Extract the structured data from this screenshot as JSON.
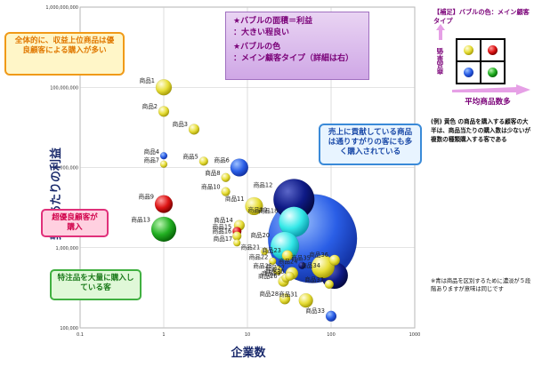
{
  "chart_data": {
    "type": "scatter",
    "title": "",
    "xlabel": "企業数",
    "ylabel": "契約あたりの利益",
    "xscale": "log",
    "yscale": "log",
    "xlim": [
      0.1,
      1000
    ],
    "ylim": [
      100000,
      1000000000
    ],
    "x_ticks": [
      "0.1",
      "1",
      "10",
      "100",
      "1000"
    ],
    "y_ticks": [
      "1,000,000,000",
      "100,000,000",
      "10,000,000",
      "1,000,000",
      "100,000"
    ],
    "grid": true,
    "bubble_size_meaning": "利益",
    "points": [
      {
        "label": "商品1",
        "x": 1,
        "y": 100000000,
        "r": 9,
        "color": "yellow"
      },
      {
        "label": "商品2",
        "x": 1,
        "y": 50000000,
        "r": 6,
        "color": "yellow"
      },
      {
        "label": "商品3",
        "x": 2.3,
        "y": 30000000,
        "r": 6,
        "color": "yellow"
      },
      {
        "label": "商品4",
        "x": 1,
        "y": 14000000,
        "r": 4,
        "color": "blue"
      },
      {
        "label": "商品5",
        "x": 3,
        "y": 12000000,
        "r": 5,
        "color": "yellow"
      },
      {
        "label": "商品6",
        "x": 8,
        "y": 10000000,
        "r": 10,
        "color": "blue"
      },
      {
        "label": "商品7",
        "x": 1,
        "y": 11000000,
        "r": 4,
        "color": "yellow"
      },
      {
        "label": "商品8",
        "x": 5.5,
        "y": 7500000,
        "r": 5,
        "color": "yellow"
      },
      {
        "label": "商品9",
        "x": 1,
        "y": 3500000,
        "r": 10,
        "color": "red"
      },
      {
        "label": "商品10",
        "x": 5.5,
        "y": 5000000,
        "r": 5,
        "color": "yellow"
      },
      {
        "label": "商品11",
        "x": 12,
        "y": 3300000,
        "r": 10,
        "color": "yellow"
      },
      {
        "label": "商品12",
        "x": 36,
        "y": 4000000,
        "r": 23,
        "color": "navy"
      },
      {
        "label": "商品13",
        "x": 1,
        "y": 1700000,
        "r": 14,
        "color": "green"
      },
      {
        "label": "商品14",
        "x": 8,
        "y": 1900000,
        "r": 6,
        "color": "yellow"
      },
      {
        "label": "商品15",
        "x": 7.5,
        "y": 1600000,
        "r": 5,
        "color": "red"
      },
      {
        "label": "商品16",
        "x": 7.5,
        "y": 1400000,
        "r": 5,
        "color": "yellow"
      },
      {
        "label": "商品17",
        "x": 7.5,
        "y": 1150000,
        "r": 4,
        "color": "yellow"
      },
      {
        "label": "商品18",
        "x": 36,
        "y": 2100000,
        "r": 17,
        "color": "cyan"
      },
      {
        "label": "商品19",
        "x": 60,
        "y": 1300000,
        "r": 50,
        "color": "blue"
      },
      {
        "label": "商品20",
        "x": 28,
        "y": 1050000,
        "r": 16,
        "color": "cyan"
      },
      {
        "label": "商品21",
        "x": 16,
        "y": 900000,
        "r": 4,
        "color": "yellow"
      },
      {
        "label": "商品22",
        "x": 20,
        "y": 680000,
        "r": 4,
        "color": "yellow"
      },
      {
        "label": "商品23",
        "x": 30,
        "y": 800000,
        "r": 6,
        "color": "yellow"
      },
      {
        "label": "商品24",
        "x": 45,
        "y": 600000,
        "r": 4,
        "color": "navy"
      },
      {
        "label": "商品25",
        "x": 23,
        "y": 520000,
        "r": 5,
        "color": "yellow"
      },
      {
        "label": "商品26",
        "x": 27,
        "y": 380000,
        "r": 6,
        "color": "yellow"
      },
      {
        "label": "商品27",
        "x": 34,
        "y": 480000,
        "r": 7,
        "color": "yellow"
      },
      {
        "label": "商品28",
        "x": 28,
        "y": 230000,
        "r": 6,
        "color": "yellow"
      },
      {
        "label": "商品29",
        "x": 29,
        "y": 420000,
        "r": 5,
        "color": "yellow"
      },
      {
        "label": "商品30",
        "x": 32,
        "y": 440000,
        "r": 5,
        "color": "yellow"
      },
      {
        "label": "商品31",
        "x": 50,
        "y": 220000,
        "r": 8,
        "color": "yellow"
      },
      {
        "label": "商品32",
        "x": 95,
        "y": 350000,
        "r": 5,
        "color": "yellow"
      },
      {
        "label": "商品33",
        "x": 100,
        "y": 140000,
        "r": 6,
        "color": "blue"
      },
      {
        "label": "商品34",
        "x": 110,
        "y": 450000,
        "r": 15,
        "color": "navy"
      },
      {
        "label": "商品35",
        "x": 80,
        "y": 580000,
        "r": 13,
        "color": "yellow"
      },
      {
        "label": "商品36",
        "x": 110,
        "y": 700000,
        "r": 6,
        "color": "yellow"
      }
    ]
  },
  "colors": {
    "yellow": "#d9cc1e",
    "blue": "#1f4fd8",
    "navy": "#0a1470",
    "green": "#1faa1f",
    "red": "#d81010",
    "cyan": "#2ee6e6"
  },
  "legend_box": {
    "line1": "★バブルの面積＝利益",
    "line2": "：大きい程良い",
    "line3": "★バブルの色",
    "line4": "：メイン顧客タイプ（詳細は右）"
  },
  "callouts": {
    "orange": "全体的に、収益上位商品は優良顧客による購入が多い",
    "pink": "超優良顧客が購入",
    "green": "特注品を大量に購入している客",
    "blue": "売上に貢献している商品は通りすがりの客にも多く購入されている"
  },
  "side_legend": {
    "title": "【補足】バブルの色：メイン顧客タイプ",
    "y_axis": "商品単価",
    "x_axis": "平均商品数多",
    "example": "(例) 黄色 の商品を購入する顧客の大半は、商品当たりの購入数は少ないが複数の種類購入する客である",
    "note": "※青は商品を区別するために濃淡が５段階ありますが意味は同じです"
  }
}
